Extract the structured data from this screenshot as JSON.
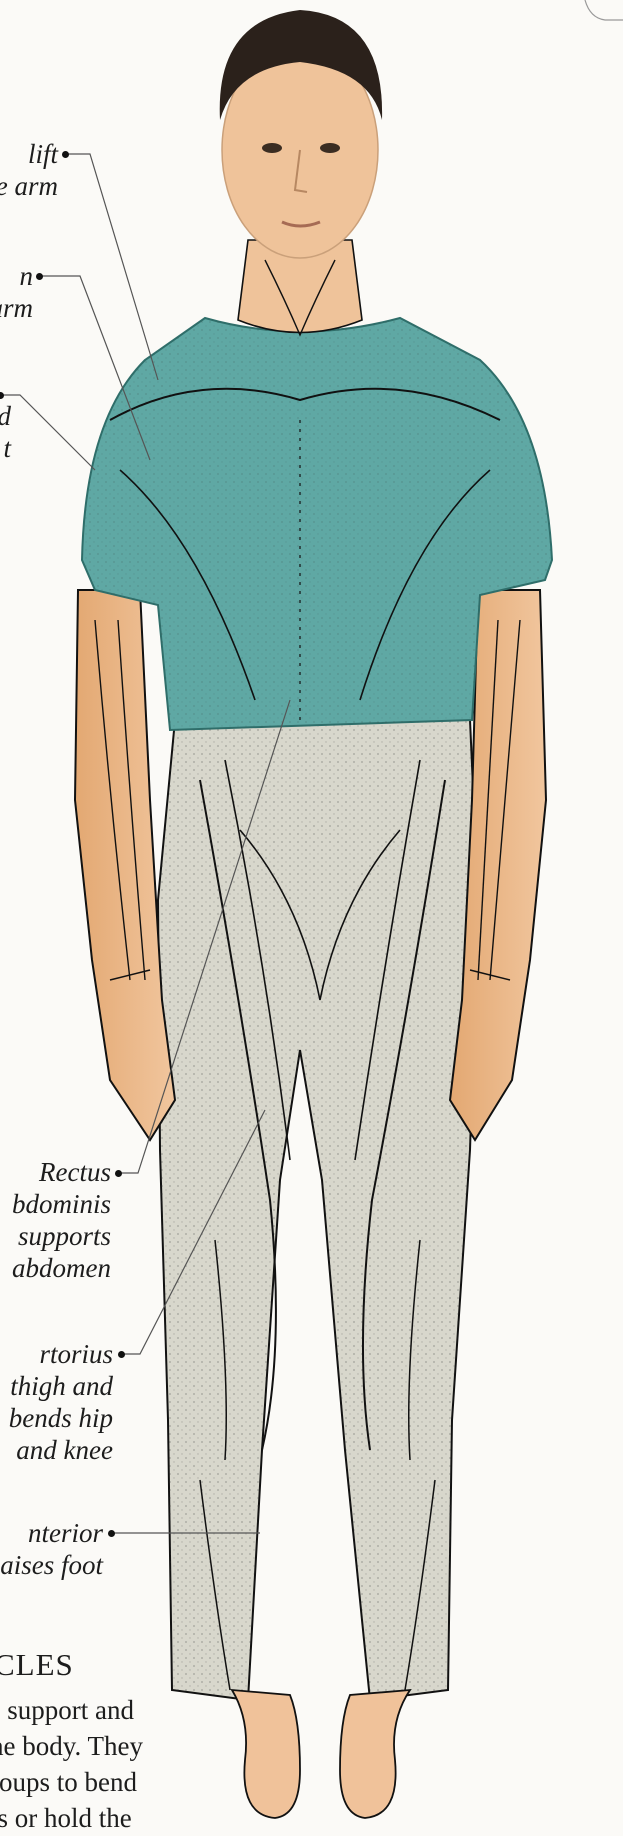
{
  "labels": {
    "deltoid": [
      "lift",
      "e arm"
    ],
    "biceps": [
      "n",
      "arm"
    ],
    "pectoralis": [
      "d",
      "t"
    ],
    "rectus": [
      "Rectus",
      "bdominis",
      "supports",
      "abdomen"
    ],
    "sartorius": [
      "rtorius",
      "thigh and",
      "bends hip",
      "and knee"
    ],
    "tibialis": [
      "nterior",
      "aises foot"
    ]
  },
  "heading": "CLES",
  "body_lines": [
    "s support and",
    "he body. They",
    "roups to bend",
    "ts or hold the"
  ],
  "colors": {
    "shirt": "#5fa8a4",
    "pants": "#d8d7cc",
    "skin": "#e9b98e",
    "hair": "#2b211b",
    "line": "#111111"
  }
}
